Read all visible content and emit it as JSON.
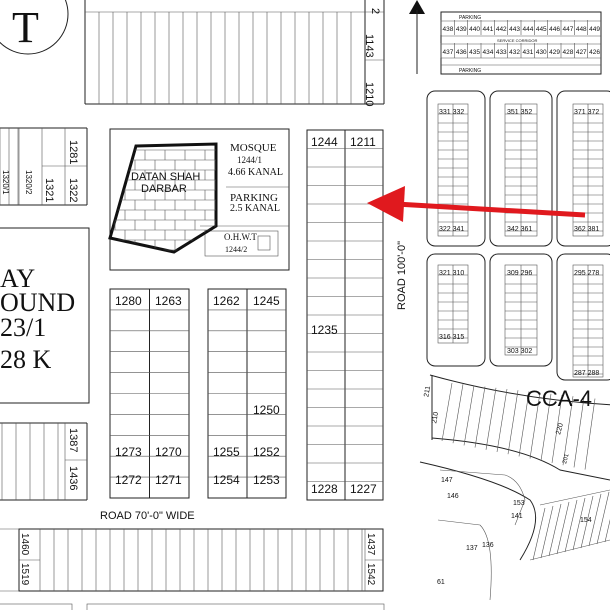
{
  "north_marker": {
    "letter": "T"
  },
  "top_block": {
    "plots": [
      "2",
      "1143",
      "1210"
    ]
  },
  "left_block": {
    "plot_1281": "1281",
    "plot_1322": "1322",
    "plot_1320_1": "1320/1",
    "plot_1320_2": "1320/2",
    "plot_1321": "1321",
    "plot_1387": "1387",
    "plot_1436": "1436"
  },
  "playground": {
    "lines": [
      "AY",
      "OUND",
      "23/1",
      "28 K"
    ]
  },
  "mosque_block": {
    "mosque_title": "MOSQUE",
    "mosque_plot": "1244/1",
    "mosque_area": "4.66 KANAL",
    "darbar_line1": "DATAN SHAH",
    "darbar_line2": "DARBAR",
    "parking_title": "PARKING",
    "parking_area": "2.5 KANAL",
    "ohwt_label": "O.H.W.T",
    "ohwt_plot": "1244/2"
  },
  "column_a": {
    "p1280": "1280",
    "p1263": "1263",
    "p1273": "1273",
    "p1270": "1270",
    "p1272": "1272",
    "p1271": "1271"
  },
  "column_b": {
    "p1262": "1262",
    "p1245": "1245",
    "p1250": "1250",
    "p1255": "1255",
    "p1252": "1252",
    "p1254": "1254",
    "p1253": "1253"
  },
  "column_c": {
    "p1244": "1244",
    "p1211": "1211",
    "p1235": "1235",
    "p1228": "1228",
    "p1227": "1227"
  },
  "roads": {
    "road_100": "ROAD 100'-0\"",
    "road_70": "ROAD 70'-0\" WIDE"
  },
  "bottom_block": {
    "p1460": "1460",
    "p1519": "1519",
    "p1437": "1437",
    "p1542": "1542"
  },
  "right_top": {
    "parking_label": "PARKING",
    "service_corridor": "SERVICE CORRIDOR",
    "row1": [
      "438",
      "439",
      "440",
      "441",
      "442",
      "443",
      "444",
      "445",
      "446",
      "447",
      "448",
      "449"
    ],
    "row2": [
      "437",
      "436",
      "435",
      "434",
      "433",
      "432",
      "431",
      "430",
      "429",
      "428",
      "427",
      "426"
    ]
  },
  "right_blocks": {
    "b1_top": "331 332",
    "b1_bot": "322 341",
    "b2_top": "351 352",
    "b2_bot": "342 361",
    "b3_top": "371 372",
    "b3_bot": "362 381",
    "b4_top": "321 310",
    "b4_bot": "316 315",
    "b5_top": "309 296",
    "b5_bot": "303 302",
    "b6_top": "295 278",
    "b6_bot": "287 288"
  },
  "cca": {
    "label": "CCA-4",
    "plots": [
      "211",
      "210",
      "220",
      "201",
      "147",
      "146",
      "153",
      "141",
      "154",
      "137",
      "136",
      "61"
    ]
  },
  "pointer": {
    "color": "#e0191e"
  }
}
